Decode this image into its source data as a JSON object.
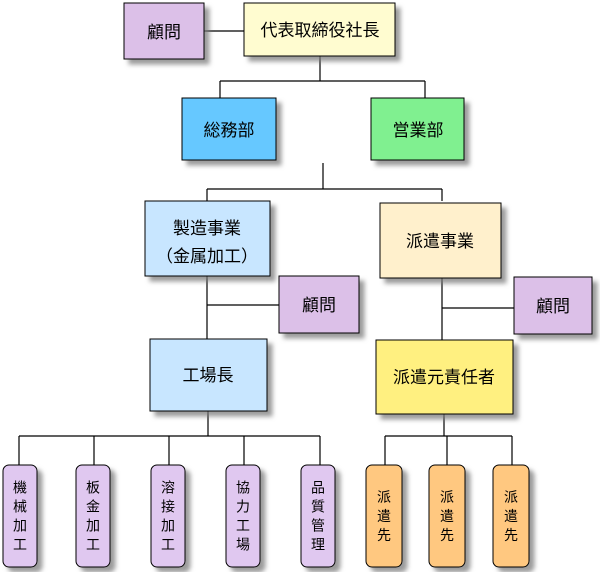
{
  "org_chart": {
    "top": "代表取締役社長",
    "top_advisor": "顧問",
    "general_affairs": "総務部",
    "sales": "営業部",
    "manufacturing": [
      "製造事業",
      "（金属加工）"
    ],
    "manufacturing_advisor": "顧問",
    "dispatch": "派遣事業",
    "dispatch_advisor": "顧問",
    "factory_manager": "工場長",
    "dispatch_manager": "派遣元責任者",
    "factory_units": [
      "機械加工",
      "板金加工",
      "溶接加工",
      "協力工場",
      "品質管理"
    ],
    "dispatch_sites": [
      "派遣先",
      "派遣先",
      "派遣先"
    ]
  },
  "colors": {
    "advisor": "#dcc0e8",
    "top": "#fffcd0",
    "general_affairs": "#66c8ff",
    "sales": "#80f090",
    "manufacturing": "#c8e6ff",
    "dispatch": "#fff0cc",
    "factory_manager": "#c8e6ff",
    "dispatch_manager": "#fff080",
    "factory_unit": "#e0c8f0",
    "dispatch_site": "#ffc880",
    "shadow": "#808080",
    "line": "#000000"
  }
}
